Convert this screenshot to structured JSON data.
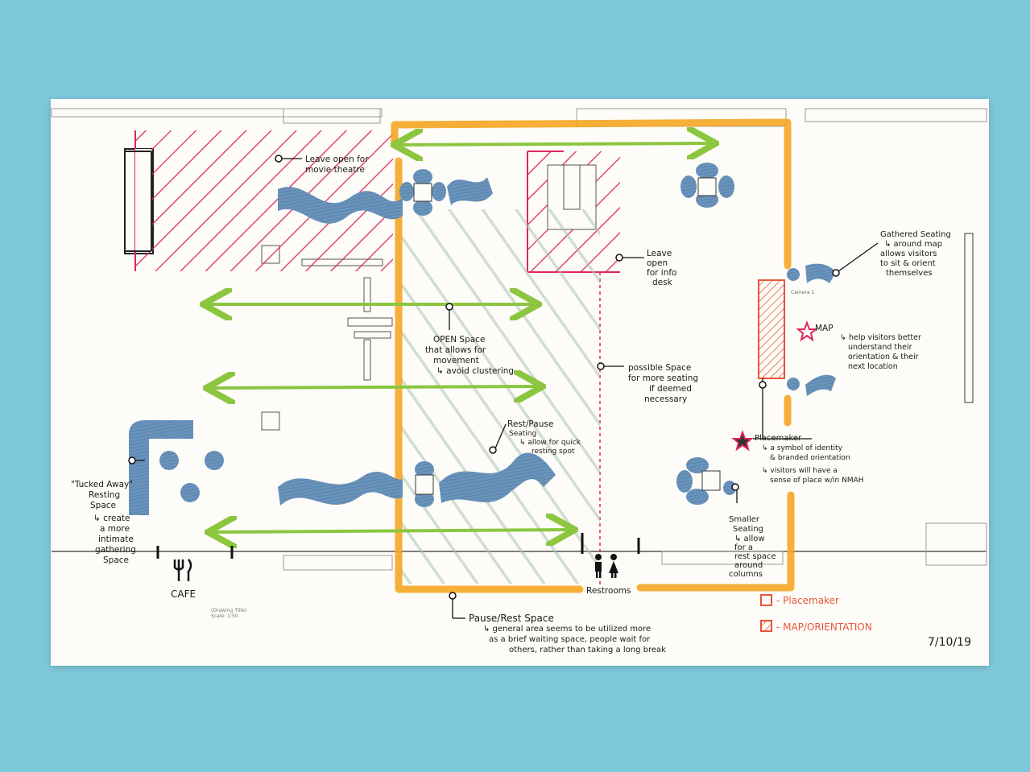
{
  "colors": {
    "background": "#7ec8db",
    "paper": "#fdfcf8",
    "orange_boundary": "#f5a623",
    "green_arrow": "#8cc63f",
    "pink_hatch": "#e0245e",
    "blue_seating": "#5b87b0",
    "gray_hatch": "#9bb8a8",
    "legend_text": "#e8553a"
  },
  "labels": {
    "movie_theatre": [
      "Leave open for",
      "movie theatre"
    ],
    "info_desk": [
      "Leave",
      "open",
      "for info",
      "desk"
    ],
    "gathered_seating": [
      "Gathered Seating",
      "↳ around map",
      "allows visitors",
      "to sit & orient",
      "themselves"
    ],
    "map": "MAP",
    "map_desc": [
      "↳ help visitors better",
      "understand their",
      "orientation & their",
      "next location"
    ],
    "open_space": [
      "OPEN Space",
      "that allows for",
      "movement",
      "↳ avoid clustering"
    ],
    "possible_space": [
      "possible Space",
      "for more seating",
      "if deemed",
      "necessary"
    ],
    "rest_pause": [
      "Rest/Pause",
      "Seating",
      "↳ allow for quick",
      "resting spot"
    ],
    "placemaker": "Placemaker",
    "placemaker_desc": [
      "↳ a symbol of identity",
      "& branded orientation",
      "↳ visitors will have a",
      "sense of place w/in NMAH"
    ],
    "tucked_away": [
      "\"Tucked Away\"",
      "Resting",
      "Space",
      "↳ create",
      "a more",
      "intimate",
      "gathering",
      "Space"
    ],
    "smaller_seating": [
      "Smaller",
      "Seating",
      "↳ allow",
      "for a",
      "rest space",
      "around",
      "columns"
    ],
    "cafe": "CAFE",
    "restrooms": "Restrooms",
    "pause_rest": "Pause/Rest Space",
    "pause_rest_desc": [
      "↳ general area seems to be utilized more",
      "as a brief waiting space, people wait for",
      "others, rather than taking a long break"
    ],
    "camera": "Camera 1",
    "drawing_title": [
      "(Drawing Title)",
      "Scale: 1:50"
    ],
    "date": "7/10/19"
  },
  "legend": [
    {
      "label": "- Placemaker",
      "symbol": "empty-square"
    },
    {
      "label": "- MAP/ORIENTATION",
      "symbol": "hatched-square"
    }
  ]
}
